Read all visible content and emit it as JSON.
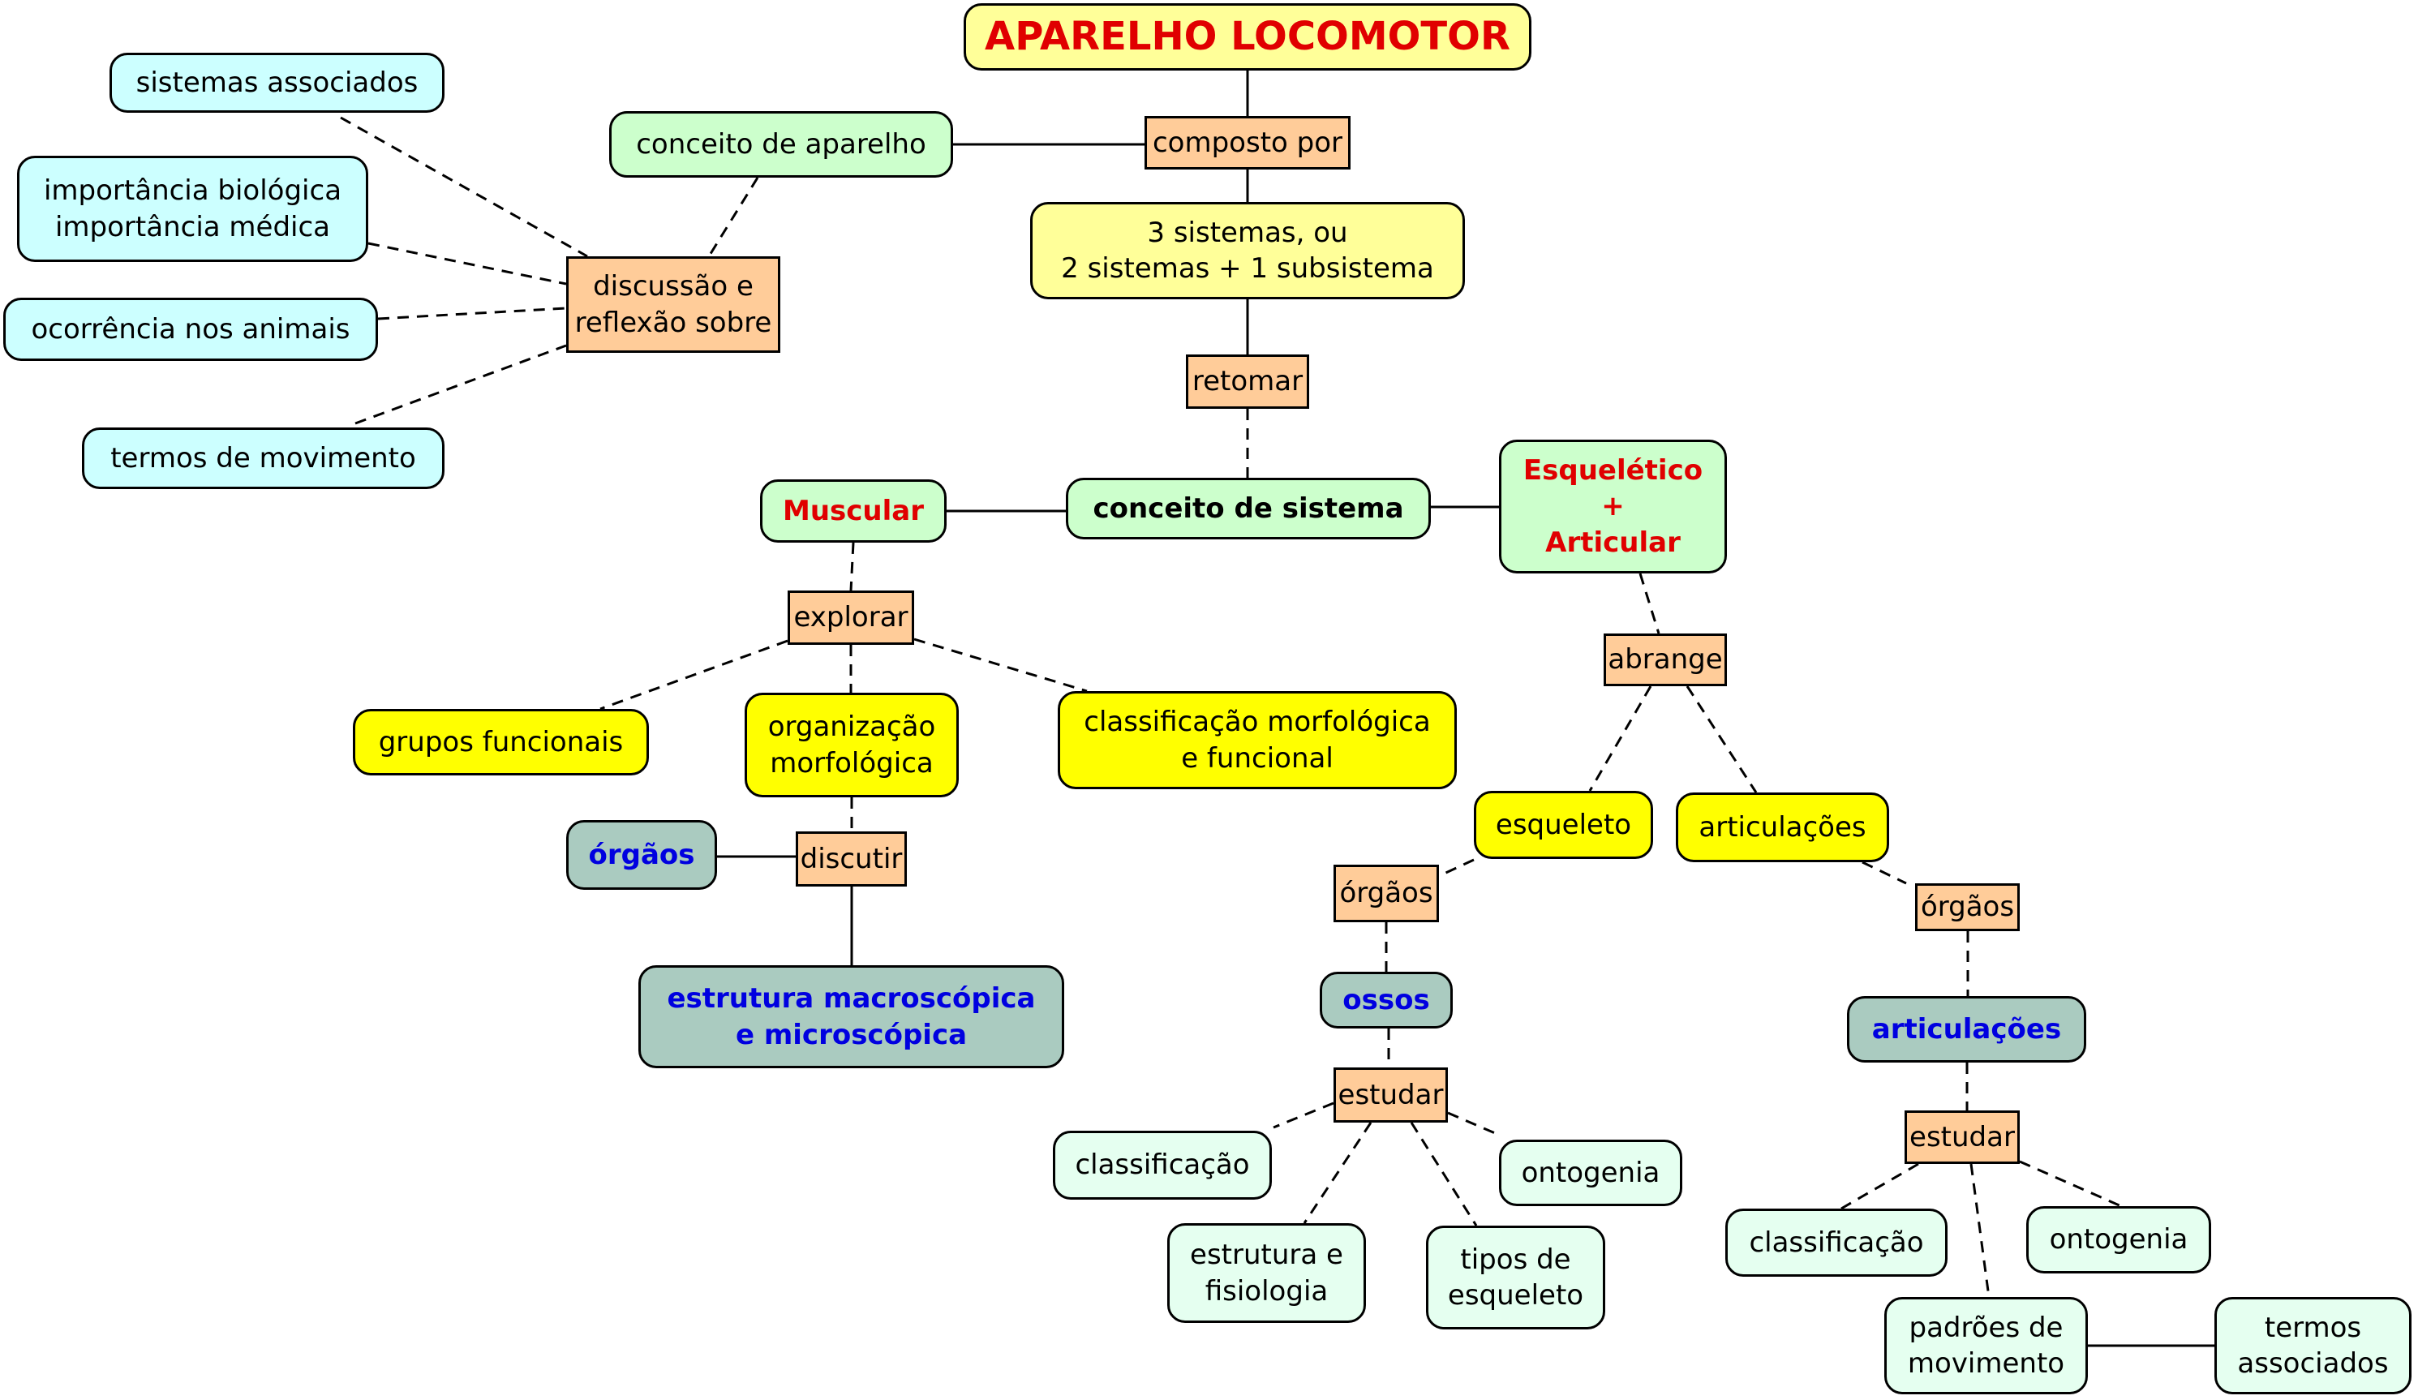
{
  "map": {
    "title": "APARELHO LOCOMOTOR",
    "nodes": {
      "composto_por": "composto por",
      "tres_sistemas": "3 sistemas, ou\n2 sistemas + 1 subsistema",
      "retomar": "retomar",
      "conceito_sistema": "conceito de sistema",
      "muscular": "Muscular",
      "esqueletico_articular": "Esquelético\n+\nArticular",
      "conceito_aparelho": "conceito de aparelho",
      "discussao": "discussão e\nreflexão sobre",
      "sistemas_associados": "sistemas associados",
      "importancia": "importância biológica\nimportância médica",
      "ocorrencia": "ocorrência nos animais",
      "termos_movimento": "termos de movimento",
      "explorar": "explorar",
      "grupos_funcionais": "grupos funcionais",
      "organizacao": "organização\nmorfológica",
      "classificacao_morf": "classificação morfológica\ne funcional",
      "orgaos_muscular": "órgãos",
      "discutir": "discutir",
      "estrutura_macro": "estrutura macroscópica\ne microscópica",
      "abrange": "abrange",
      "esqueleto": "esqueleto",
      "articulacoes_y": "articulações",
      "orgaos_esq": "órgãos",
      "ossos": "ossos",
      "estudar_esq": "estudar",
      "classificacao_esq": "classificação",
      "estrutura_fisiologia": "estrutura e\nfisiologia",
      "tipos_esqueleto": "tipos de\nesqueleto",
      "ontogenia_esq": "ontogenia",
      "orgaos_art": "órgãos",
      "articulacoes_t": "articulações",
      "estudar_art": "estudar",
      "classificacao_art": "classificação",
      "ontogenia_art": "ontogenia",
      "padroes": "padrões de\nmovimento",
      "termos_associados": "termos\nassociados"
    },
    "colors": {
      "title_fill": "#ffff99",
      "title_text": "#e00000",
      "linking_phrase_fill": "#ffcc99",
      "system_fill": "#ccffcc",
      "discussion_topic_fill": "#ccffff",
      "topic_fill": "#ffff00",
      "organ_fill": "#aacbc0",
      "organ_text": "#0000e0",
      "study_fill": "#e5fff0"
    }
  }
}
